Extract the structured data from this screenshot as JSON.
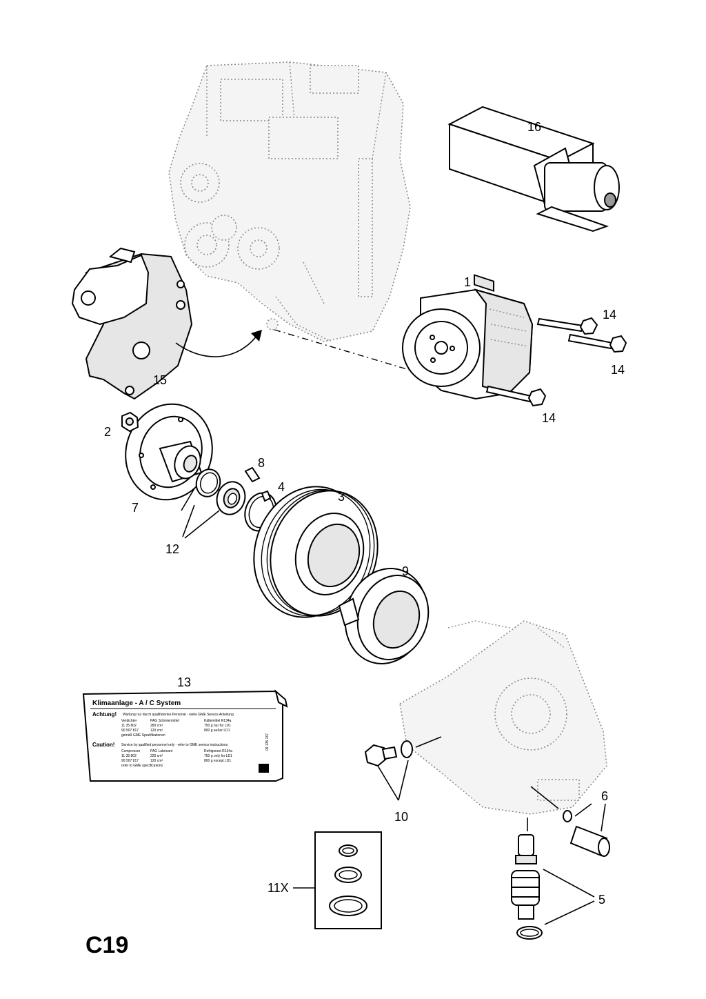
{
  "sheet_code": "C19",
  "callouts": {
    "c1": "1",
    "c2": "2",
    "c3": "3",
    "c4": "4",
    "c5": "5",
    "c6": "6",
    "c7": "7",
    "c8": "8",
    "c9": "9",
    "c10": "10",
    "c11": "11X",
    "c12": "12",
    "c13": "13",
    "c14a": "14",
    "c14b": "14",
    "c14c": "14",
    "c15": "15",
    "c16": "16"
  },
  "label": {
    "title": "Klimaanlage - A / C System",
    "achtung": "Achtung!",
    "achtung_text": "Wartung nur durch qualifiziertes Personal - siehe GME Service Anleitung",
    "de_col1": "Verdichter",
    "de_col2": "PAG Schmiermittel",
    "de_col3": "Kältemittel R134a",
    "de_r1c1": "11 35 802",
    "de_r1c2": "280 cm³",
    "de_r1c3": "750 g nur für LD1",
    "de_r2c1": "90 507 817",
    "de_r2c2": "120 cm³",
    "de_r2c3": "800 g außer LD1",
    "de_note": "gemäß GME Spezifikationen",
    "caution": "Caution!",
    "caution_text": "Service by qualified personnel only - refer to GME service instructions",
    "en_col1": "Compressor",
    "en_col2": "PAG Lubricant",
    "en_col3": "Refrigerant R134a",
    "en_r1c1": "11 35 802",
    "en_r1c2": "220 cm³",
    "en_r1c3": "750 g only for LD1",
    "en_r2c1": "90 507 817",
    "en_r2c2": "120 cm³",
    "en_r2c3": "800 g except LD1",
    "en_note": "refer to GME specifications",
    "side_number": "09 135 167"
  }
}
